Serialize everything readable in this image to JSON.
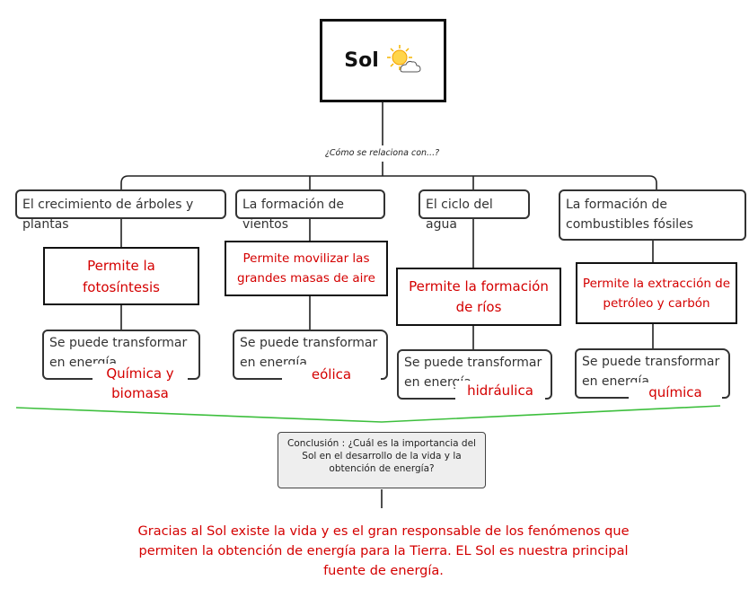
{
  "root": {
    "label": "Sol",
    "icon": "sun-behind-cloud-icon"
  },
  "question": "¿Cómo se relaciona  con...?",
  "columns": [
    {
      "category": "El crecimiento de árboles y plantas",
      "permite": "Permite la fotosíntesis",
      "transform": "Se puede transformar en energía",
      "energy": "Química y biomasa"
    },
    {
      "category": "La formación de vientos",
      "permite": "Permite movilizar las grandes masas de aire",
      "transform": "Se puede transformar en energía",
      "energy": "eólica"
    },
    {
      "category": "El ciclo del agua",
      "permite": "Permite la formación de ríos",
      "transform": "Se puede transformar en energía",
      "energy": "hidráulica"
    },
    {
      "category": "La formación de combustibles fósiles",
      "permite": "Permite la extracción de petróleo y carbón",
      "transform": "Se puede transformar en energía",
      "energy": "química"
    }
  ],
  "conclusion": "Conclusión : ¿Cuál es la importancia del Sol en el desarrollo de la vida y la obtención de energía?",
  "final_text": "Gracias al Sol existe la vida y es el gran responsable de los fenómenos que permiten la obtención de energía para la Tierra. EL Sol es nuestra principal fuente de energía.",
  "colors": {
    "accent_red": "#d40000",
    "divider_green": "#3dbf3d"
  }
}
